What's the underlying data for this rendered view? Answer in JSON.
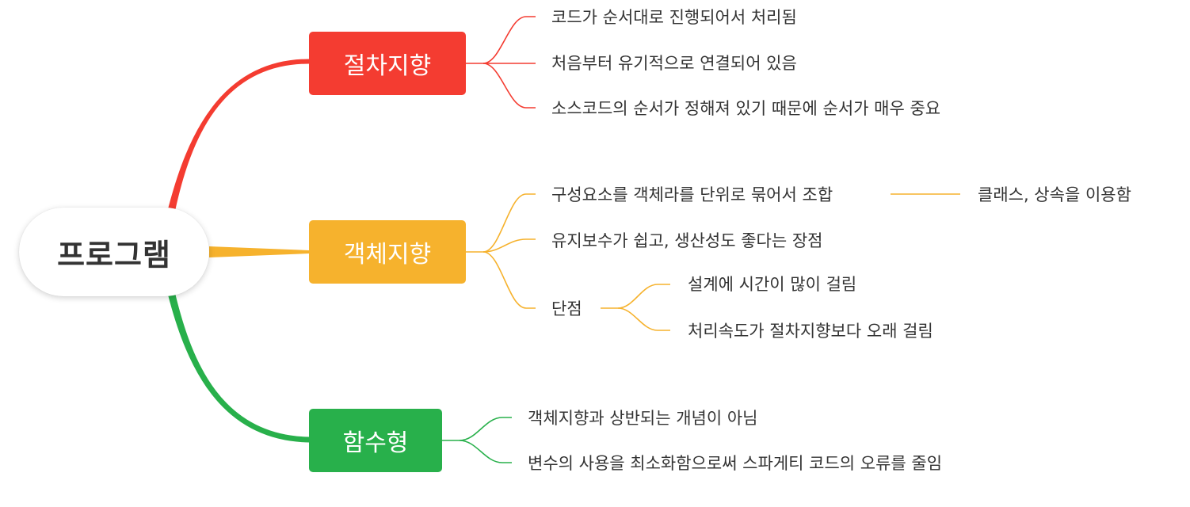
{
  "root": {
    "label": "프로그램"
  },
  "branches": [
    {
      "label": "절차지향",
      "color": "#F43C31",
      "items": [
        "코드가 순서대로 진행되어서 처리됨",
        "처음부터 유기적으로 연결되어 있음",
        "소스코드의 순서가 정해져 있기 때문에 순서가 매우 중요"
      ]
    },
    {
      "label": "객체지향",
      "color": "#F6B22D",
      "items": [
        {
          "label": "구성요소를 객체라를 단위로 묶어서 조합",
          "children": [
            "클래스, 상속을 이용함"
          ]
        },
        {
          "label": "유지보수가 쉽고, 생산성도 좋다는 장점"
        },
        {
          "label": "단점",
          "children": [
            "설계에 시간이 많이 걸림",
            "처리속도가 절차지향보다 오래 걸림"
          ]
        }
      ]
    },
    {
      "label": "함수형",
      "color": "#28B04B",
      "items": [
        "객체지향과 상반되는 개념이 아님",
        "변수의 사용을 최소화함으로써 스파게티 코드의 오류를 줄임"
      ]
    }
  ]
}
